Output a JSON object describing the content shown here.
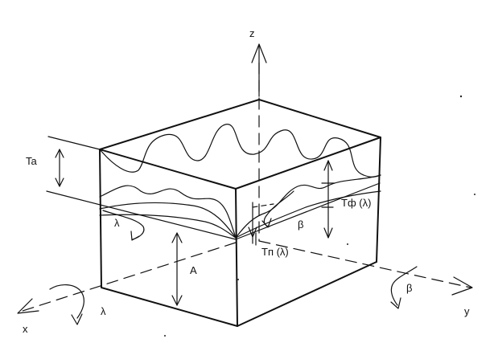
{
  "labels": {
    "axis_z": "z",
    "axis_x": "x",
    "axis_y": "y",
    "ta": "Ta",
    "a": "A",
    "lambda_box": "λ",
    "lambda_axis": "λ",
    "beta_box": "β",
    "beta_axis": "β",
    "tf": "Tф (λ)",
    "tp": "Tп (λ)"
  },
  "colors": {
    "ink": "#111111",
    "background": "#ffffff"
  }
}
